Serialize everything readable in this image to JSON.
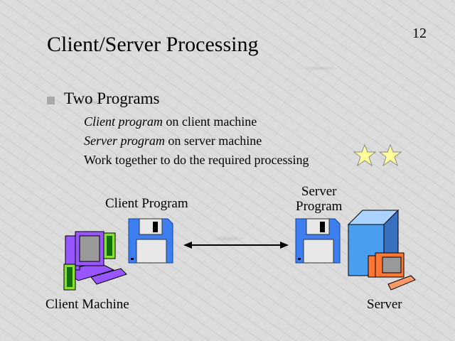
{
  "slide": {
    "title": "Client/Server Processing",
    "page_number": "12",
    "bullet": {
      "text": "Two Programs",
      "subitems": [
        {
          "italic": "Client program",
          "rest": " on client machine"
        },
        {
          "italic": "Server program",
          "rest": " on server machine"
        },
        {
          "italic": "",
          "rest": "Work together to do the required processing"
        }
      ]
    },
    "diagram": {
      "client_program_label": "Client Program",
      "server_program_label_line1": "Server",
      "server_program_label_line2": "Program",
      "client_machine_label": "Client Machine",
      "server_label": "Server",
      "icons": [
        "computer-icon",
        "floppy-disk-icon",
        "double-arrow-icon",
        "floppy-disk-icon",
        "server-icon",
        "star-icon",
        "star-icon"
      ]
    }
  }
}
